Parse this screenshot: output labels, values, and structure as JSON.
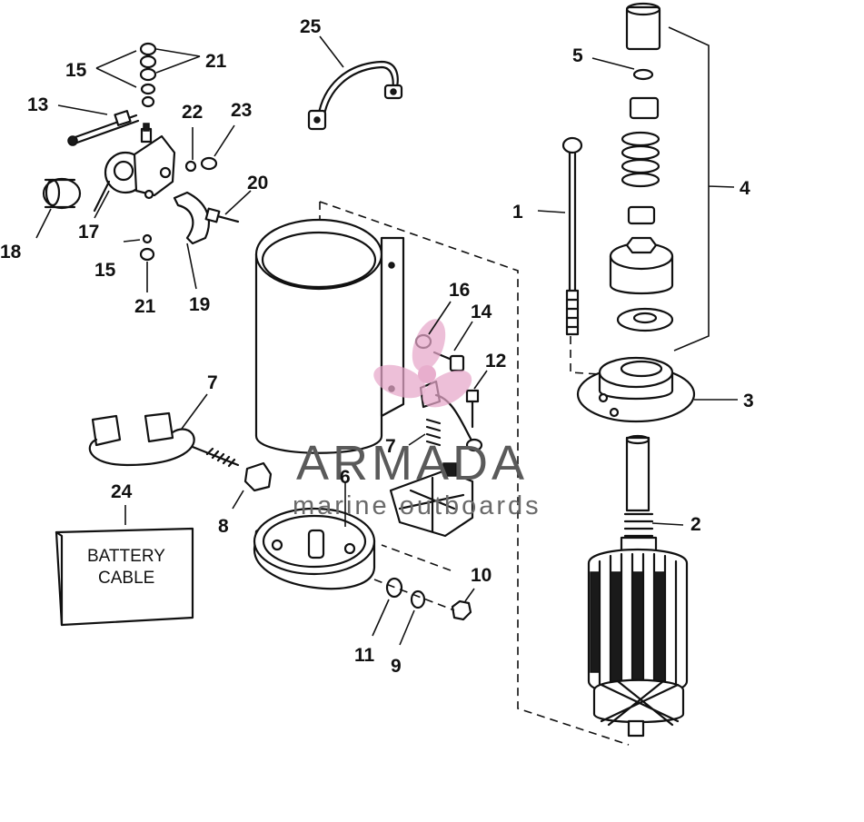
{
  "watermark": {
    "brand": "ARMADA",
    "tagline": "marine outboards",
    "logo_color": "#e6a6c8",
    "text_color": "#5a5a5a"
  },
  "battery": {
    "line1": "BATTERY",
    "line2": "CABLE"
  },
  "callouts": {
    "c1": "1",
    "c2": "2",
    "c3": "3",
    "c4": "4",
    "c5": "5",
    "c6": "6",
    "c7a": "7",
    "c7b": "7",
    "c8": "8",
    "c9": "9",
    "c10": "10",
    "c11": "11",
    "c12": "12",
    "c13": "13",
    "c14": "14",
    "c15a": "15",
    "c15b": "15",
    "c16": "16",
    "c17": "17",
    "c18": "18",
    "c19": "19",
    "c20": "20",
    "c21a": "21",
    "c21b": "21",
    "c22": "22",
    "c23": "23",
    "c24": "24",
    "c25": "25"
  }
}
